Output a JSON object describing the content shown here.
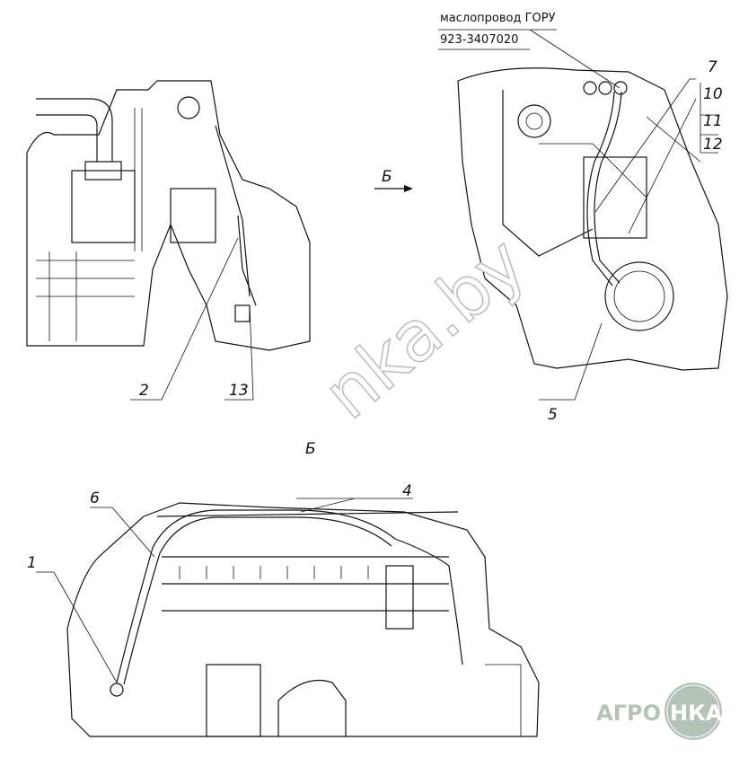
{
  "callout_note": {
    "line1": "маслопровод ГОРУ",
    "line2": "923-3407020"
  },
  "view_arrow_label": "Б",
  "view_title": "Б",
  "callouts": {
    "c1": "1",
    "c2": "2",
    "c4": "4",
    "c5": "5",
    "c6": "6",
    "c7": "7",
    "c10": "10",
    "c11": "11",
    "c12": "12",
    "c13": "13"
  },
  "watermark": "nka.by",
  "logo": {
    "left": "АГРО",
    "right": "НКА",
    "color": "#b5c2b8"
  }
}
